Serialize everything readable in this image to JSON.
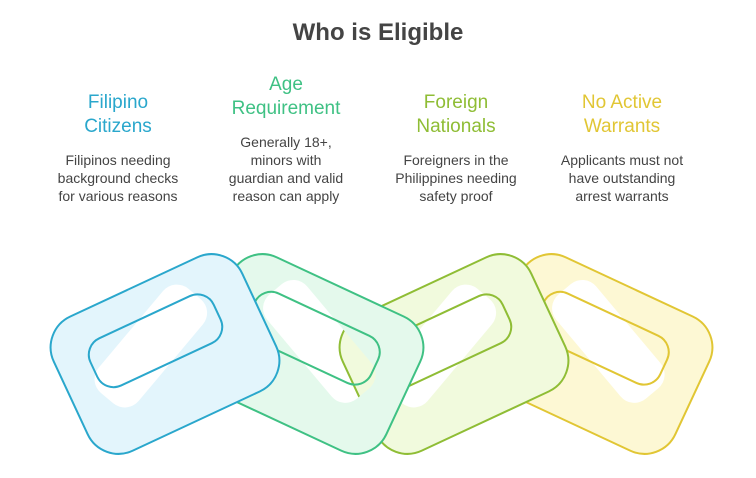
{
  "title": "Who is Eligible",
  "items": [
    {
      "heading": [
        "Filipino",
        "Citizens"
      ],
      "desc": [
        "Filipinos needing",
        "background checks",
        "for various reasons"
      ],
      "color": "#2aa7cc",
      "fill": "#e3f5fc"
    },
    {
      "heading": [
        "Age",
        "Requirement"
      ],
      "desc": [
        "Generally 18+,",
        "minors with",
        "guardian and valid",
        "reason can apply"
      ],
      "color": "#3fc184",
      "fill": "#e4f9ec"
    },
    {
      "heading": [
        "Foreign",
        "Nationals"
      ],
      "desc": [
        "Foreigners in the",
        "Philippines needing",
        "safety proof"
      ],
      "color": "#8fbd35",
      "fill": "#f1fadd"
    },
    {
      "heading": [
        "No Active",
        "Warrants"
      ],
      "desc": [
        "Applicants must not",
        "have outstanding",
        "arrest warrants"
      ],
      "color": "#e1c634",
      "fill": "#fdf8d4"
    }
  ]
}
